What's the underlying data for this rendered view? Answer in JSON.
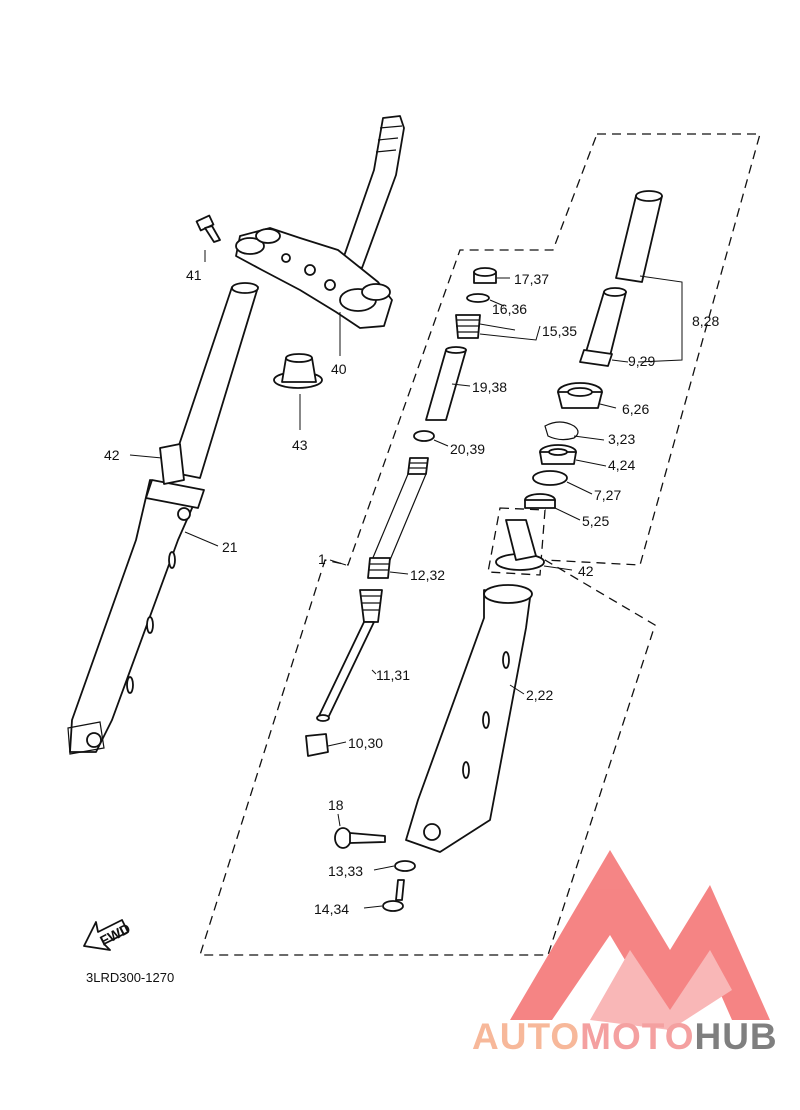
{
  "diagram_code": "3LRD300-1270",
  "fwd_label": "FWD",
  "callouts": {
    "p41": "41",
    "p40": "40",
    "p43": "43",
    "p42a": "42",
    "p21": "21",
    "p1": "1",
    "p17": "17,37",
    "p16": "16,36",
    "p15": "15,35",
    "p19": "19,38",
    "p20": "20,39",
    "p12": "12,32",
    "p11": "11,31",
    "p10": "10,30",
    "p8": "8,28",
    "p9": "9,29",
    "p6": "6,26",
    "p3": "3,23",
    "p4": "4,24",
    "p7": "7,27",
    "p5": "5,25",
    "p42b": "42",
    "p2": "2,22",
    "p18": "18",
    "p13": "13,33",
    "p14": "14,34"
  },
  "watermark": {
    "part1": "AUTO",
    "part2": "MOTO",
    "part3": "HUB",
    "color1": "#f7b89a",
    "color2": "#f4a0a0",
    "color3": "#7f7f7f"
  }
}
